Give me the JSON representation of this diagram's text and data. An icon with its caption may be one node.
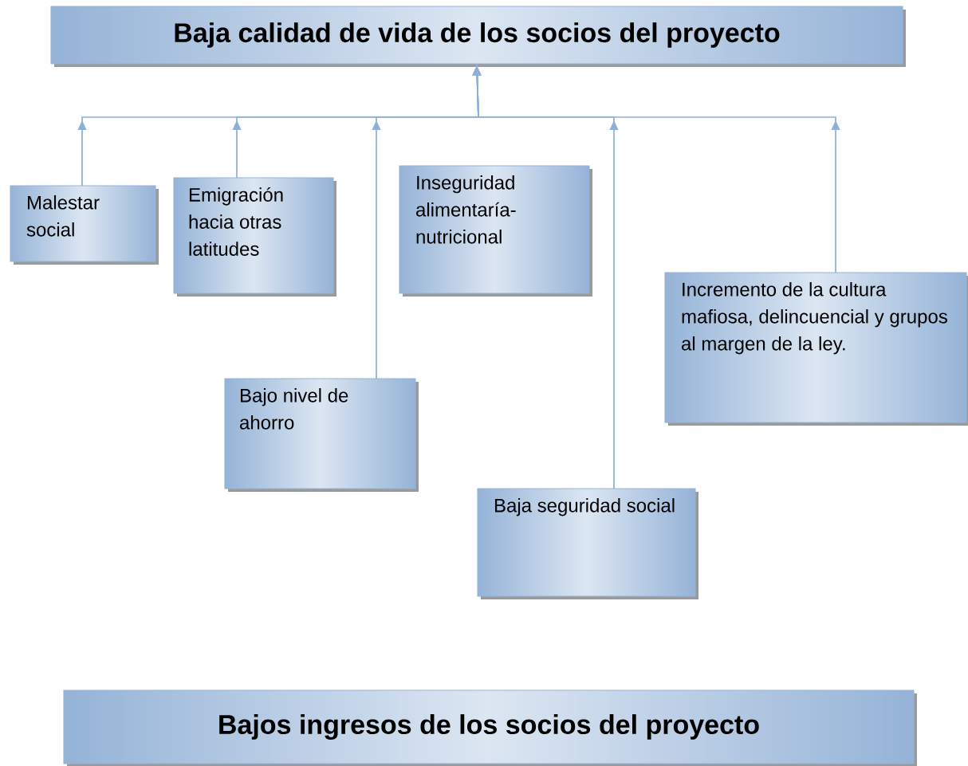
{
  "diagram": {
    "nodes": [
      {
        "text": [
          "Baja  calidad de vida de los socios del proyecto"
        ]
      },
      {
        "text": [
          "Malestar social"
        ]
      },
      {
        "text": [
          "Emigración hacia otras latitudes"
        ]
      },
      {
        "text": [
          "Inseguridad alimentaría-nutricional"
        ]
      },
      {
        "text": [
          "Incremento de la cultura mafiosa, delincuencial y grupos al margen de la ley."
        ]
      },
      {
        "text": [
          "Bajo nivel de ahorro"
        ]
      },
      {
        "text": [
          "Baja seguridad social"
        ]
      },
      {
        "text": [
          "Bajos  ingresos de los socios del proyecto"
        ]
      }
    ],
    "edges": [
      {
        "from": 1,
        "to": 0,
        "arrow": "to"
      },
      {
        "from": 2,
        "to": 0,
        "arrow": "to"
      },
      {
        "from": 5,
        "to": 0,
        "arrow": "to"
      },
      {
        "from": 6,
        "to": 0,
        "arrow": "to"
      },
      {
        "from": 4,
        "to": 0,
        "arrow": "to"
      }
    ]
  }
}
